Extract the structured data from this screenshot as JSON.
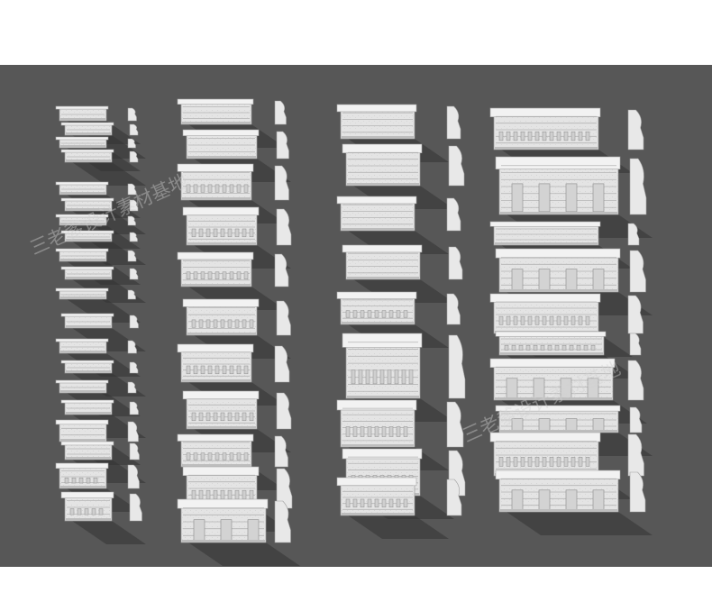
{
  "scene": {
    "description": "3D rendered catalogue of architectural cornice / molding profiles arranged in four columns",
    "background_color": "#575757",
    "page_color": "#ffffff",
    "molding_color": "#e6e6e6",
    "shadow_color": "#2e2e2e"
  },
  "watermarks": [
    {
      "text": "三老爹设计素材基地"
    },
    {
      "text": "三老爹设计素材基地"
    }
  ]
}
